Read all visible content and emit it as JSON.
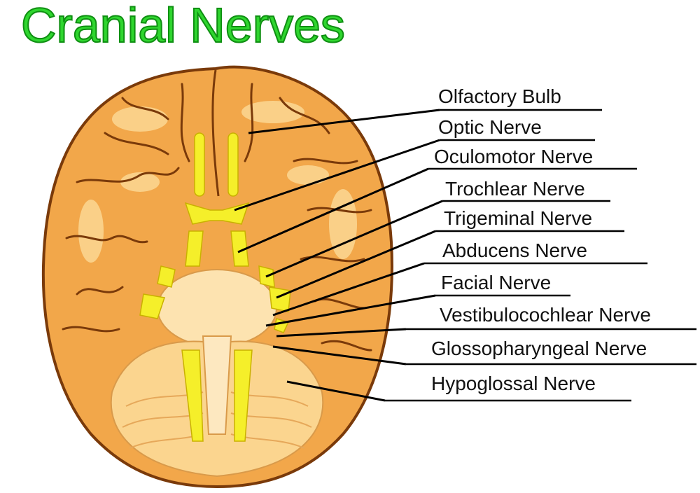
{
  "title": "Cranial Nerves",
  "colors": {
    "title_fill": "#2fd62f",
    "title_outline": "#0f8f12",
    "brain": "#f2a74a",
    "brain_highlight": "#fbd58f",
    "brain_outline": "#7a3a0a",
    "nerve": "#f5ef2a",
    "leader_line": "#000000"
  },
  "labels": [
    {
      "id": "olfactory-bulb",
      "text": "Olfactory Bulb"
    },
    {
      "id": "optic-nerve",
      "text": "Optic Nerve"
    },
    {
      "id": "oculomotor-nerve",
      "text": "Oculomotor Nerve"
    },
    {
      "id": "trochlear-nerve",
      "text": "Trochlear Nerve"
    },
    {
      "id": "trigeminal-nerve",
      "text": "Trigeminal Nerve"
    },
    {
      "id": "abducens-nerve",
      "text": "Abducens Nerve"
    },
    {
      "id": "facial-nerve",
      "text": "Facial Nerve"
    },
    {
      "id": "vestibulocochlear-nerve",
      "text": "Vestibulocochlear Nerve"
    },
    {
      "id": "glossopharyngeal-nerve",
      "text": "Glossopharyngeal Nerve"
    },
    {
      "id": "hypoglossal-nerve",
      "text": "Hypoglossal Nerve"
    }
  ]
}
